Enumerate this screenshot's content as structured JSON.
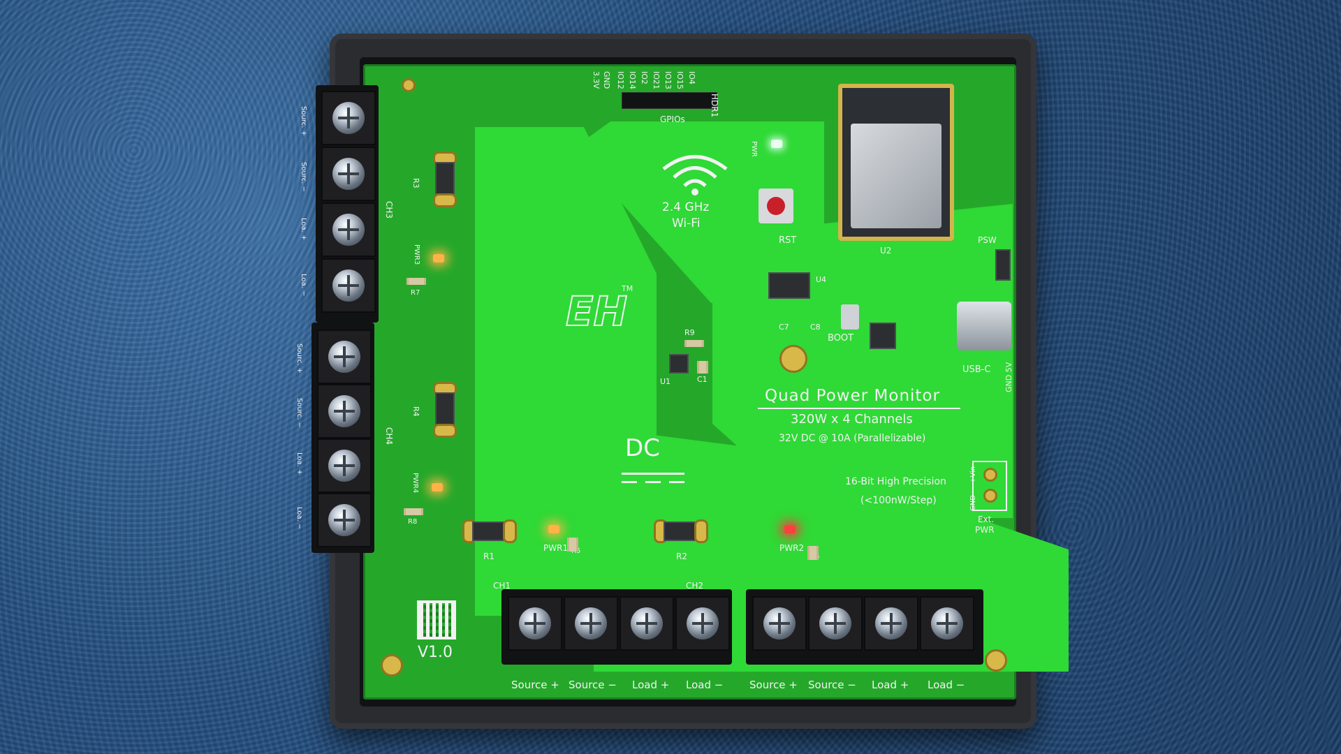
{
  "board": {
    "title": "Quad Power Monitor",
    "spec_line1": "320W x 4 Channels",
    "spec_line2": "32V DC @ 10A (Parallelizable)",
    "precision_line1": "16-Bit High Precision",
    "precision_line2": "(<100nW/Step)",
    "wifi_line1": "2.4 GHz",
    "wifi_line2": "Wi-Fi",
    "dc_label": "DC",
    "version": "V1.0",
    "logo": "EH",
    "logo_tm": "TM"
  },
  "header": {
    "pins": [
      "3.3V",
      "GND",
      "IO12",
      "IO14",
      "IO2",
      "IO21",
      "IO13",
      "IO15",
      "IO4"
    ],
    "name": "HDR1",
    "label": "GPIOs"
  },
  "ext_power": {
    "pins": [
      "GND",
      "+Vin"
    ],
    "label_line1": "Ext.",
    "label_line2": "PWR"
  },
  "side_power": {
    "label": "GND 5V"
  },
  "channels": {
    "ch1": "CH1",
    "ch2": "CH2",
    "ch3": "CH3",
    "ch4": "CH4"
  },
  "bottom_terminals": [
    "Source +",
    "Source −",
    "Load +",
    "Load −",
    "Source +",
    "Source −",
    "Load +",
    "Load −"
  ],
  "left_terminals": [
    "Sourc. +",
    "Sourc. −",
    "Loa. +",
    "Loa. −",
    "Sourc. +",
    "Sourc. −",
    "Loa. +",
    "Loa. −"
  ],
  "components": {
    "rst": "RST",
    "boot": "BOOT",
    "usb": "USB-C",
    "psw": "PSW",
    "u1": "U1",
    "u2": "U2",
    "u4": "U4",
    "c1": "C1",
    "c7": "C7",
    "c8": "C8",
    "r1": "R1",
    "r2": "R2",
    "r3": "R3",
    "r4": "R4",
    "r5": "R5",
    "r6": "R6",
    "r7": "R7",
    "r8": "R8",
    "r9": "R9",
    "pwr1": "PWR1",
    "pwr2": "PWR2",
    "pwr3": "PWR3",
    "pwr4": "PWR4",
    "pwr": "PWR"
  },
  "colors": {
    "pcb": "#25a82a",
    "copper_pour": "#2fd936",
    "silkscreen": "#f2f2f2",
    "led_amber": "#ffb347",
    "led_red": "#ff4040",
    "reset_button": "#c8202a"
  }
}
